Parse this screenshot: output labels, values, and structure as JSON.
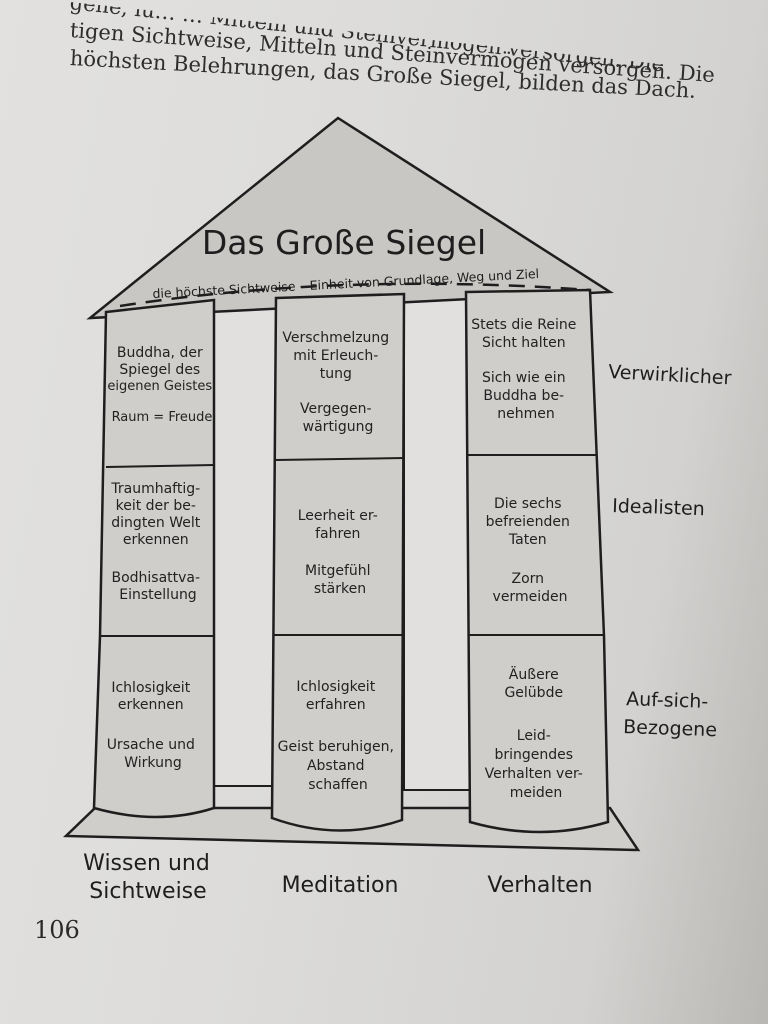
{
  "body_text": {
    "line1": "gene, lu… … Mitteln und Steinvermögen versorgen. Die",
    "line2": "tigen Sichtweise, Mitteln und Steinvermögen versorgen. Die",
    "line3": "höchsten Belehrungen, das Große Siegel, bilden das Dach."
  },
  "roof": {
    "title": "Das Große Siegel",
    "subtitle": "die höchste Sichtweise – Einheit von Grundlage, Weg und Ziel"
  },
  "pillars": [
    {
      "label": [
        "Wissen und",
        "Sichtweise"
      ],
      "cells": [
        {
          "lines": [
            "Buddha, der",
            "Spiegel des",
            "eigenen Geistes",
            "",
            "Raum = Freude"
          ]
        },
        {
          "lines": [
            "Traumhaftig-",
            "keit der be-",
            "dingten Welt",
            "erkennen",
            "",
            "Bodhisattva-",
            "Einstellung"
          ]
        },
        {
          "lines": [
            "Ichlosigkeit",
            "erkennen",
            "",
            "Ursache und",
            "Wirkung"
          ]
        }
      ]
    },
    {
      "label": [
        "Meditation"
      ],
      "cells": [
        {
          "lines": [
            "Verschmelzung",
            "mit Erleuch-",
            "tung",
            "",
            "Vergegen-",
            "wärtigung"
          ]
        },
        {
          "lines": [
            "Leerheit er-",
            "fahren",
            "",
            "Mitgefühl",
            "stärken"
          ]
        },
        {
          "lines": [
            "Ichlosigkeit",
            "erfahren",
            "",
            "Geist beruhigen,",
            "Abstand",
            "schaffen"
          ]
        }
      ]
    },
    {
      "label": [
        "Verhalten"
      ],
      "cells": [
        {
          "lines": [
            "Stets die Reine",
            "Sicht halten",
            "",
            "Sich wie ein",
            "Buddha be-",
            "nehmen"
          ]
        },
        {
          "lines": [
            "Die sechs",
            "befreienden",
            "Taten",
            "",
            "Zorn",
            "vermeiden"
          ]
        },
        {
          "lines": [
            "Äußere",
            "Gelübde",
            "",
            "Leid-",
            "bringendes",
            "Verhalten ver-",
            "meiden"
          ]
        }
      ]
    }
  ],
  "levels": [
    {
      "lines": [
        "Verwirklicher"
      ]
    },
    {
      "lines": [
        "Idealisten"
      ]
    },
    {
      "lines": [
        "Auf-sich-",
        "Bezogene"
      ]
    }
  ],
  "page_number": "106"
}
